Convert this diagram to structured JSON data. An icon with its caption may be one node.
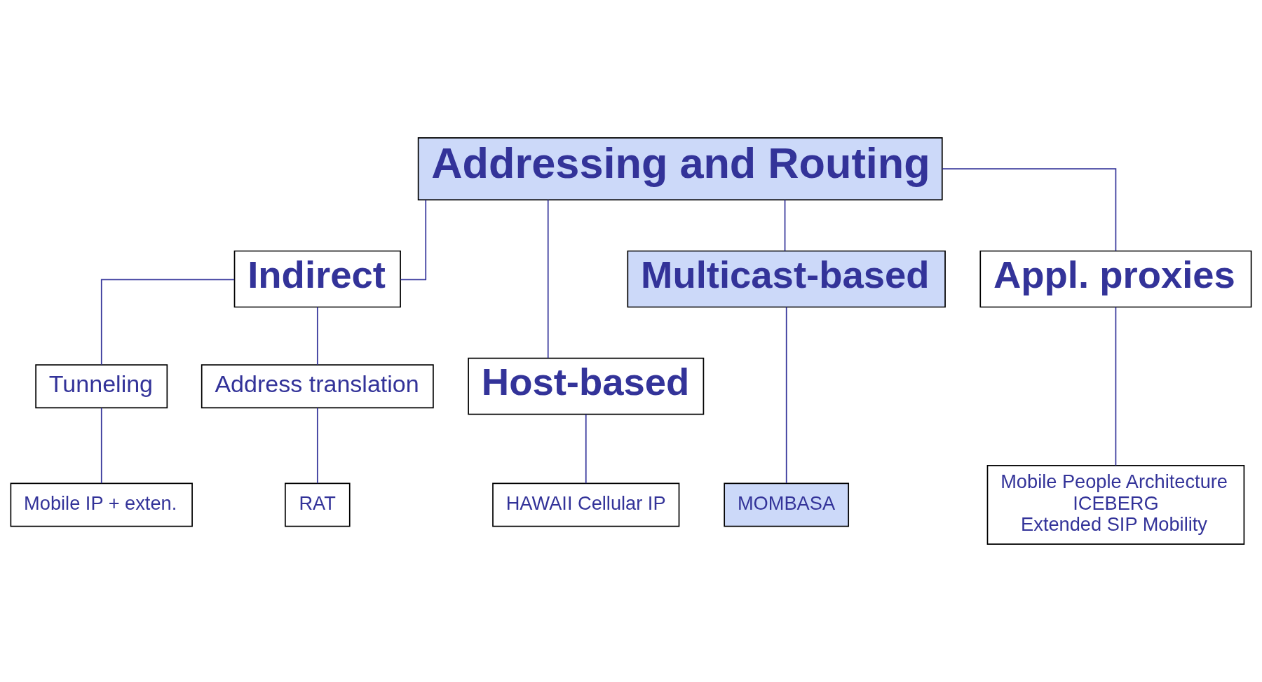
{
  "diagram": {
    "nodes": [
      {
        "text": [
          "Addressing and Routing"
        ]
      },
      {
        "text": [
          "Indirect"
        ]
      },
      {
        "text": [
          "Host-based"
        ]
      },
      {
        "text": [
          "Multicast-based"
        ]
      },
      {
        "text": [
          "Appl. proxies"
        ]
      },
      {
        "text": [
          "Tunneling"
        ]
      },
      {
        "text": [
          "Address translation"
        ]
      },
      {
        "text": [
          "Mobile IP + exten."
        ]
      },
      {
        "text": [
          "RAT"
        ]
      },
      {
        "text": [
          "HAWAII Cellular IP"
        ]
      },
      {
        "text": [
          "MOMBASA"
        ]
      },
      {
        "text": [
          "Mobile People Architecture",
          "ICEBERG",
          "Extended SIP Mobility"
        ]
      }
    ],
    "edges": [
      {
        "from": 0,
        "to": 1,
        "arrow": "none"
      },
      {
        "from": 0,
        "to": 2,
        "arrow": "none"
      },
      {
        "from": 0,
        "to": 3,
        "arrow": "none"
      },
      {
        "from": 0,
        "to": 4,
        "arrow": "none"
      },
      {
        "from": 1,
        "to": 5,
        "arrow": "none"
      },
      {
        "from": 1,
        "to": 6,
        "arrow": "none"
      },
      {
        "from": 5,
        "to": 7,
        "arrow": "none"
      },
      {
        "from": 6,
        "to": 8,
        "arrow": "none"
      },
      {
        "from": 2,
        "to": 9,
        "arrow": "none"
      },
      {
        "from": 3,
        "to": 10,
        "arrow": "none"
      },
      {
        "from": 4,
        "to": 11,
        "arrow": "none"
      }
    ]
  }
}
